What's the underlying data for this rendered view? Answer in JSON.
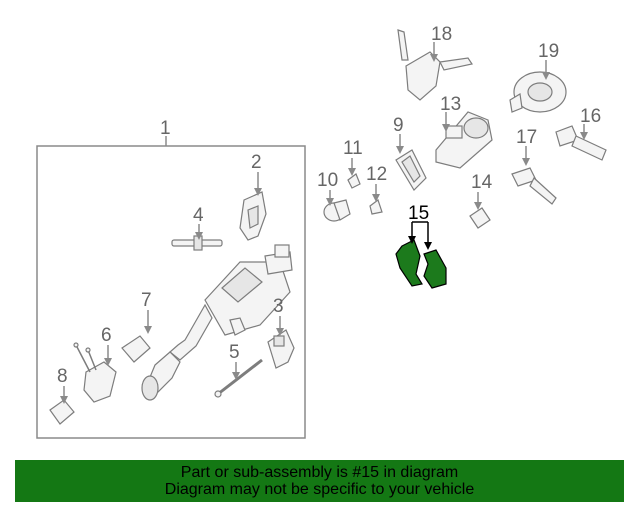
{
  "labels": [
    {
      "id": "1",
      "text": "1"
    },
    {
      "id": "2",
      "text": "2"
    },
    {
      "id": "3",
      "text": "3"
    },
    {
      "id": "4",
      "text": "4"
    },
    {
      "id": "5",
      "text": "5"
    },
    {
      "id": "6",
      "text": "6"
    },
    {
      "id": "7",
      "text": "7"
    },
    {
      "id": "8",
      "text": "8"
    },
    {
      "id": "9",
      "text": "9"
    },
    {
      "id": "10",
      "text": "10"
    },
    {
      "id": "11",
      "text": "11"
    },
    {
      "id": "12",
      "text": "12"
    },
    {
      "id": "13",
      "text": "13"
    },
    {
      "id": "14",
      "text": "14"
    },
    {
      "id": "15",
      "text": "15"
    },
    {
      "id": "16",
      "text": "16"
    },
    {
      "id": "17",
      "text": "17"
    },
    {
      "id": "18",
      "text": "18"
    },
    {
      "id": "19",
      "text": "19"
    }
  ],
  "highlight_color": "#1c7a1c",
  "footer": {
    "line1": "Part or sub-assembly is #15 in diagram",
    "line2": "Diagram may not be specific to your vehicle",
    "color": "#147814"
  }
}
